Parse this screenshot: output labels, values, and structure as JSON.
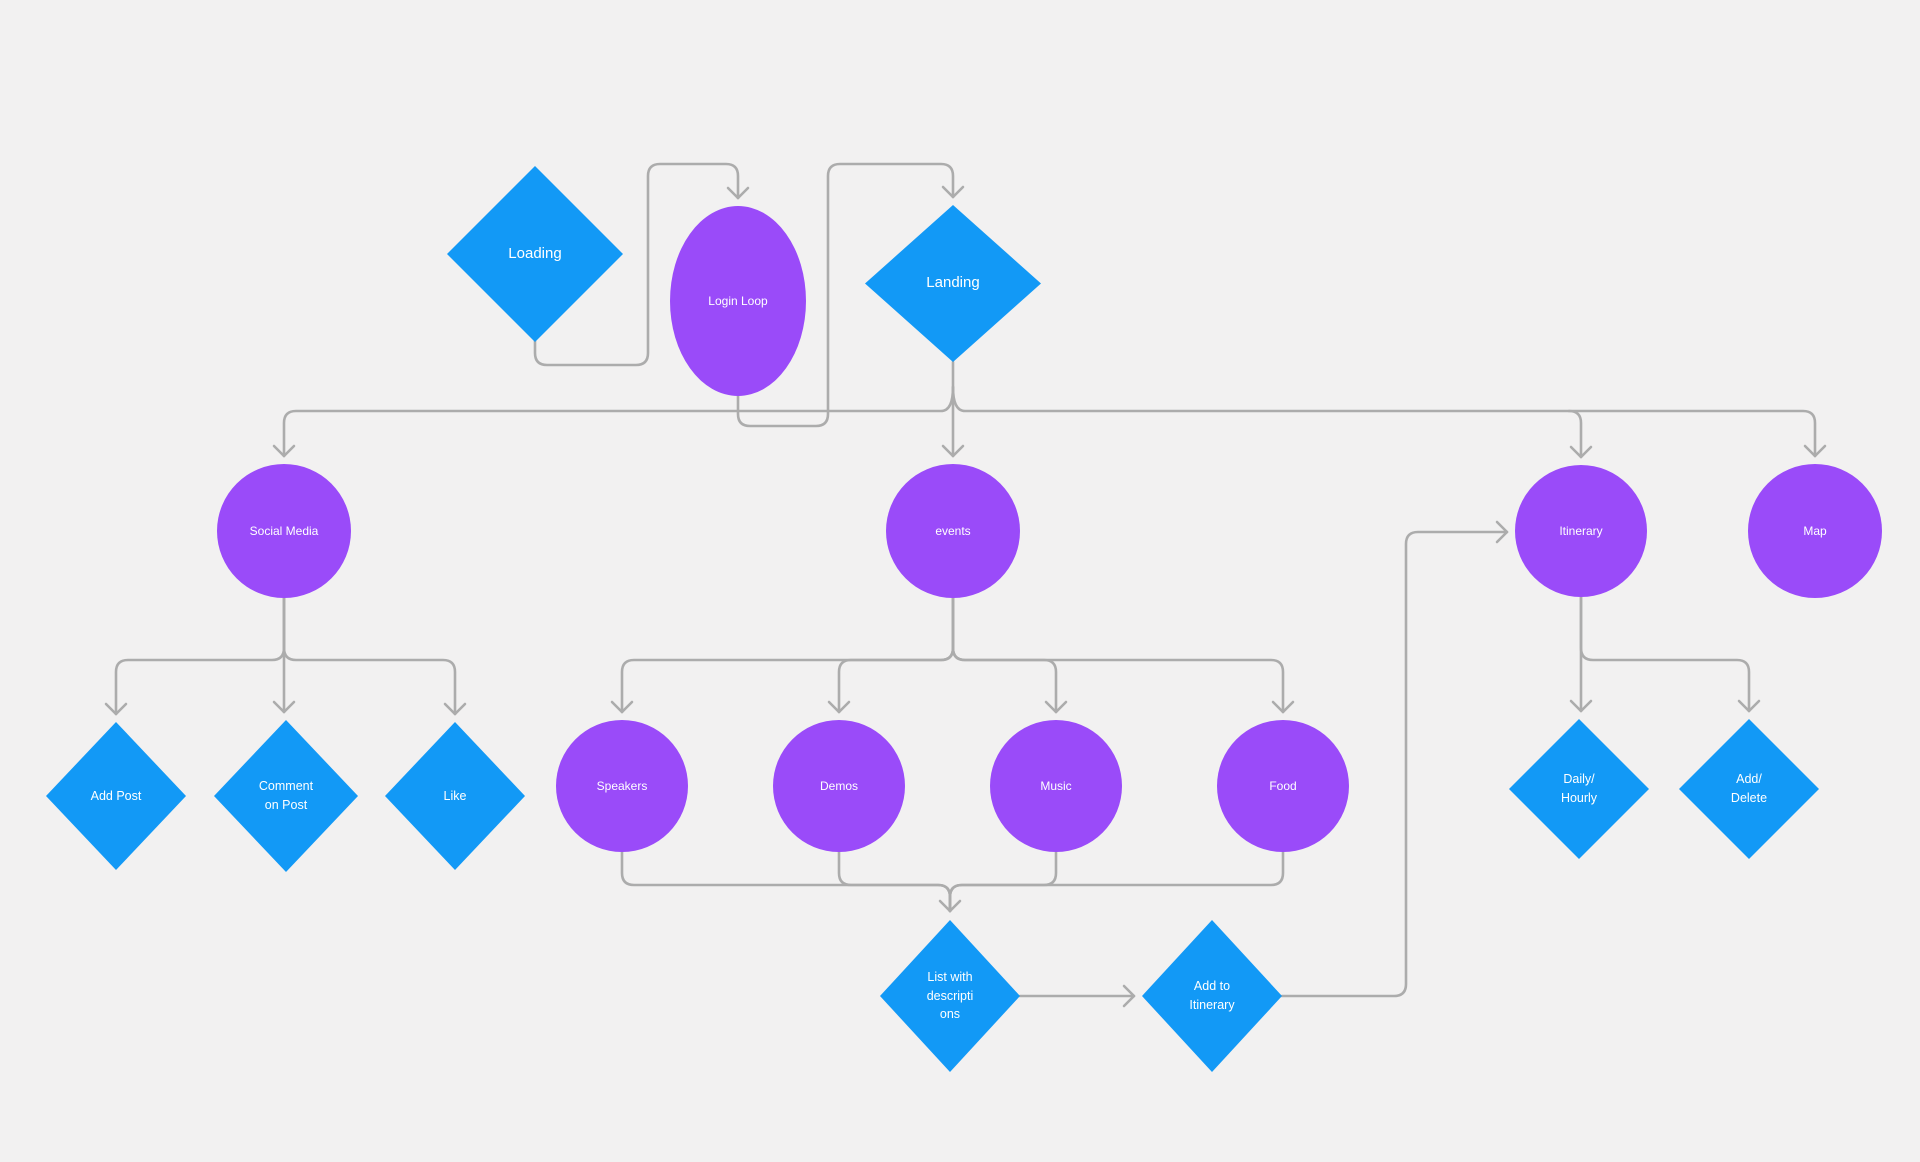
{
  "diagram": {
    "description_labels": {},
    "type": "flowchart"
  },
  "colors": {
    "canvas_bg": "#F2F1F1",
    "decision_blue": "#1299F6",
    "screen_purple": "#9A4BF9",
    "connector_gray": "#ACACAC",
    "label_text": "#FFFFFF"
  },
  "nodes": {
    "loading": {
      "label": "Loading",
      "shape": "diamond"
    },
    "login_loop": {
      "label": "Login Loop",
      "shape": "circle"
    },
    "landing": {
      "label": "Landing",
      "shape": "diamond"
    },
    "social_media": {
      "label": "Social Media",
      "shape": "circle"
    },
    "events": {
      "label": "events",
      "shape": "circle"
    },
    "itinerary": {
      "label": "Itinerary",
      "shape": "circle"
    },
    "map": {
      "label": "Map",
      "shape": "circle"
    },
    "add_post": {
      "label": "Add Post",
      "shape": "diamond"
    },
    "comment_on_post": {
      "label": "Comment\non Post",
      "shape": "diamond"
    },
    "like": {
      "label": "Like",
      "shape": "diamond"
    },
    "speakers": {
      "label": "Speakers",
      "shape": "circle"
    },
    "demos": {
      "label": "Demos",
      "shape": "circle"
    },
    "music": {
      "label": "Music",
      "shape": "circle"
    },
    "food": {
      "label": "Food",
      "shape": "circle"
    },
    "daily_hourly": {
      "label": "Daily/\nHourly",
      "shape": "diamond"
    },
    "add_delete": {
      "label": "Add/\nDelete",
      "shape": "diamond"
    },
    "list_with_descriptions": {
      "label": "List with\ndescripti\nons",
      "shape": "diamond"
    },
    "add_to_itinerary": {
      "label": "Add to\nItinerary",
      "shape": "diamond"
    }
  },
  "edges": [
    {
      "from": "loading",
      "to": "login_loop"
    },
    {
      "from": "login_loop",
      "to": "landing"
    },
    {
      "from": "landing",
      "to": "social_media"
    },
    {
      "from": "landing",
      "to": "events"
    },
    {
      "from": "landing",
      "to": "itinerary"
    },
    {
      "from": "landing",
      "to": "map"
    },
    {
      "from": "social_media",
      "to": "add_post"
    },
    {
      "from": "social_media",
      "to": "comment_on_post"
    },
    {
      "from": "social_media",
      "to": "like"
    },
    {
      "from": "events",
      "to": "speakers"
    },
    {
      "from": "events",
      "to": "demos"
    },
    {
      "from": "events",
      "to": "music"
    },
    {
      "from": "events",
      "to": "food"
    },
    {
      "from": "speakers",
      "to": "list_with_descriptions"
    },
    {
      "from": "demos",
      "to": "list_with_descriptions"
    },
    {
      "from": "music",
      "to": "list_with_descriptions"
    },
    {
      "from": "food",
      "to": "list_with_descriptions"
    },
    {
      "from": "list_with_descriptions",
      "to": "add_to_itinerary"
    },
    {
      "from": "add_to_itinerary",
      "to": "itinerary"
    },
    {
      "from": "itinerary",
      "to": "daily_hourly"
    },
    {
      "from": "itinerary",
      "to": "add_delete"
    }
  ]
}
